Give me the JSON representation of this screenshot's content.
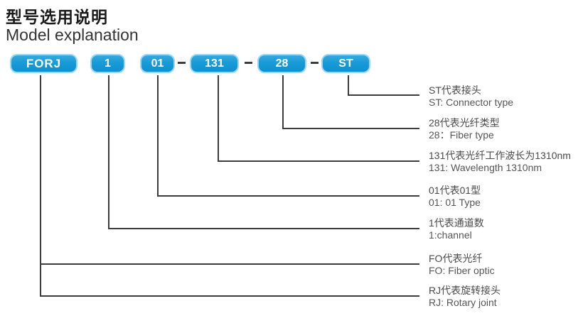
{
  "title": {
    "zh": "型号选用说明",
    "en": "Model explanation"
  },
  "model_code": {
    "full_code": "FORJ 1 01-131-28-ST",
    "separator": "–",
    "segments": [
      "FORJ",
      "1",
      "01",
      "131",
      "28",
      "ST"
    ]
  },
  "annotations": [
    {
      "key": "ST",
      "zh": "ST代表接头",
      "en": "ST: Connector type"
    },
    {
      "key": "28",
      "zh": "28代表光纤类型",
      "en": "28：Fiber type"
    },
    {
      "key": "131",
      "zh": "131代表光纤工作波长为1310nm",
      "en": "131: Wavelength 1310nm"
    },
    {
      "key": "01",
      "zh": "01代表01型",
      "en": "01: 01 Type"
    },
    {
      "key": "1",
      "zh": "1代表通道数",
      "en": "1:channel"
    },
    {
      "key": "FO",
      "zh": "FO代表光纤",
      "en": "FO:  Fiber optic"
    },
    {
      "key": "RJ",
      "zh": "RJ代表旋转接头",
      "en": "RJ:  Rotary joint"
    }
  ],
  "colors": {
    "badge_fill": "#189bd7",
    "badge_border": "#9ed5f0",
    "badge_text": "#ffffff",
    "line": "#3c3c3c",
    "text_primary": "#1a1a1a",
    "text_secondary": "#4a4a4a"
  }
}
